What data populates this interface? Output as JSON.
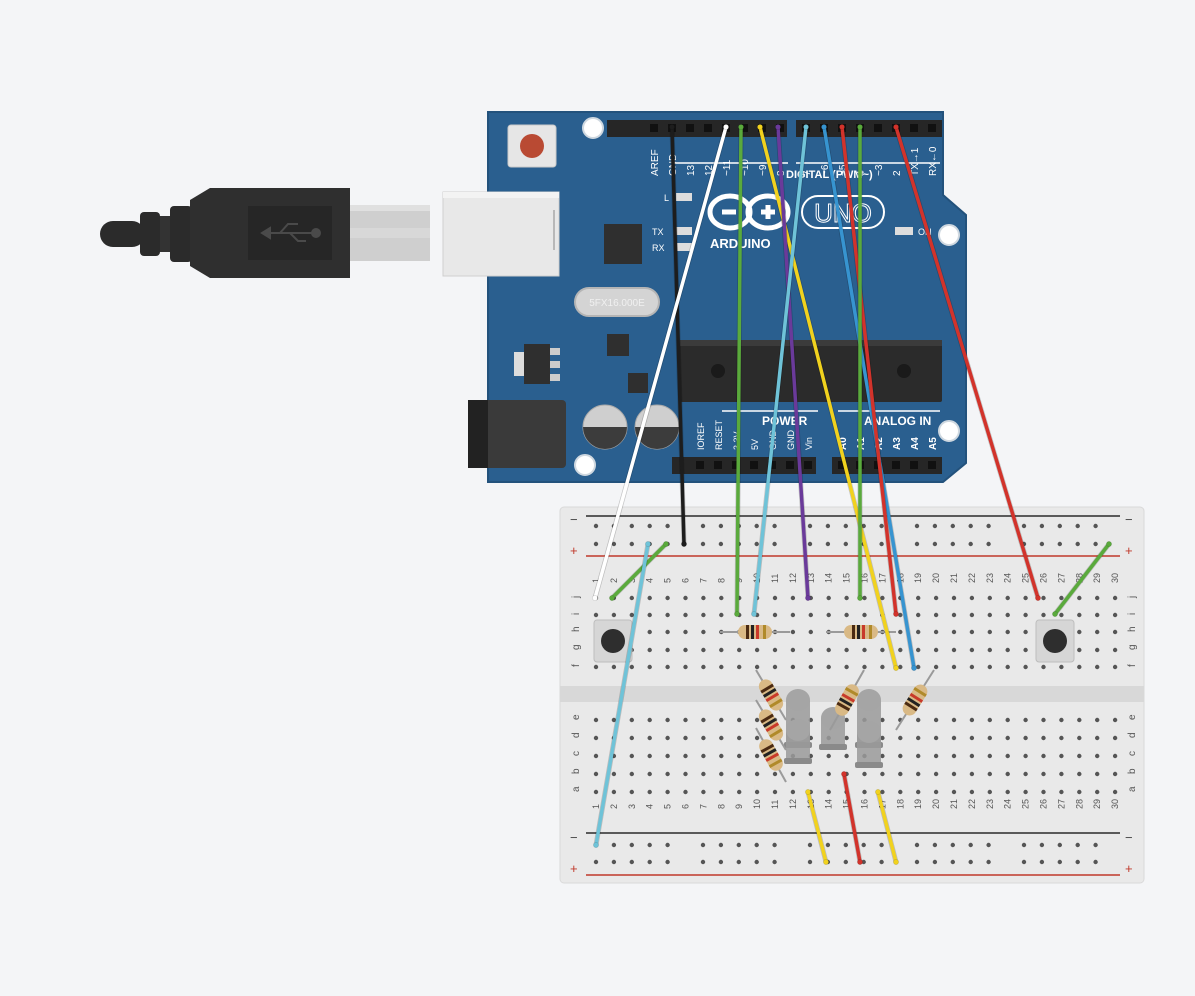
{
  "board": {
    "brand": "ARDUINO",
    "model": "UNO",
    "digital_label": "DIGITAL (PWM~)",
    "power_label": "POWER",
    "analog_label": "ANALOG IN",
    "on_label": "ON",
    "l_label": "L",
    "tx_label": "TX",
    "rx_label": "RX",
    "crystal_label": "5FX16.000E",
    "digital_pins": [
      "AREF",
      "GND",
      "13",
      "12",
      "~11",
      "~10",
      "~9",
      "8",
      "7",
      "~6",
      "~5",
      "4",
      "~3",
      "2",
      "TX→1",
      "RX←0"
    ],
    "power_pins": [
      "IOREF",
      "RESET",
      "3.3V",
      "5V",
      "GND",
      "GND",
      "Vin"
    ],
    "analog_pins": [
      "A0",
      "A1",
      "A2",
      "A3",
      "A4",
      "A5"
    ]
  },
  "breadboard": {
    "columns": [
      "1",
      "2",
      "3",
      "4",
      "5",
      "6",
      "7",
      "8",
      "9",
      "10",
      "11",
      "12",
      "13",
      "14",
      "15",
      "16",
      "17",
      "18",
      "19",
      "20",
      "21",
      "22",
      "23",
      "24",
      "25",
      "26",
      "27",
      "28",
      "29",
      "30"
    ],
    "rows_top": [
      "j",
      "i",
      "h",
      "g",
      "f"
    ],
    "rows_bottom": [
      "e",
      "d",
      "c",
      "b",
      "a"
    ],
    "rail_minus": "−",
    "rail_plus": "+"
  },
  "colors": {
    "board": "#2a5f8f",
    "wire_black": "#1d1d1d",
    "wire_white": "#ffffff",
    "wire_green": "#5aaa3c",
    "wire_light_blue": "#6fc3d8",
    "wire_blue": "#3794d0",
    "wire_yellow": "#f1d21e",
    "wire_purple": "#6a3a9a",
    "wire_red": "#d2332b"
  },
  "icons": [
    "usb-plug-icon",
    "usb-symbol-icon",
    "reset-button-icon",
    "pushbutton-icon",
    "resistor-icon",
    "led-icon"
  ]
}
